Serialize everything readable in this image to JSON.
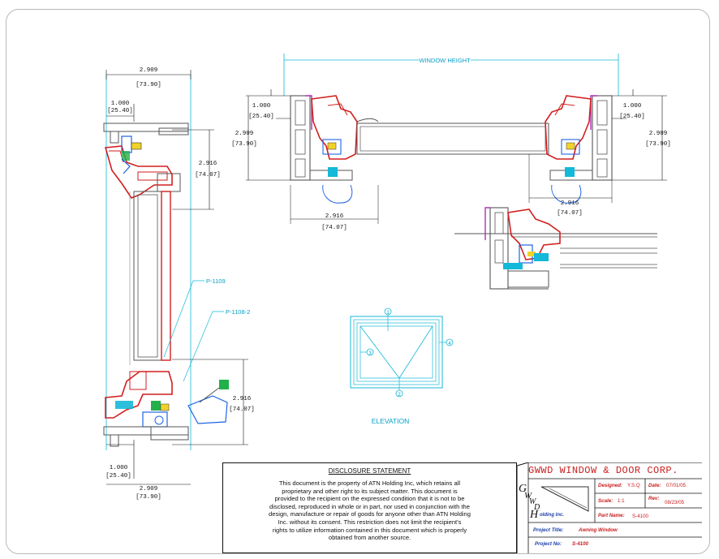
{
  "dims": {
    "width_in": "2.909",
    "width_mm": "[73.90]",
    "offset_in": "1.000",
    "offset_mm": "[25.40]",
    "depth_in": "2.916",
    "depth_mm": "[74.07]",
    "window_height": "WINDOW HEIGHT"
  },
  "callouts": {
    "p1": "P-1109",
    "p2": "P-1108-2"
  },
  "elevation": {
    "label": "ELEVATION",
    "marks": [
      "1",
      "2",
      "3",
      "4"
    ]
  },
  "disclosure": {
    "title": "DISCLOSURE STATEMENT",
    "lines": [
      "This document is the property of ATN Holding Inc, which retains all",
      "proprietary and other right to its subject matter.  This document is",
      "provided to the recipient on the expressed condition that it is not to be",
      "disclosed, reproduced in whole or in part, nor used in conjunction with the",
      "design, manufacture or repair of goods for anyone other than ATN Holding",
      "Inc. without its consent.  This restriction does not limit the recipient's",
      "rights to utilize information contained in this document which is properly",
      "obtained from another source."
    ]
  },
  "title_block": {
    "company": "GWWD WINDOW & DOOR CORP.",
    "logo_letters": [
      "G",
      "W",
      "W",
      "D",
      "H"
    ],
    "logo_sub": "olding Inc.",
    "designed_label": "Designed:",
    "designed_value": "Y.S.Q",
    "date_label": "Date:",
    "date_value": "07/01/05",
    "scale_label": "Scale:",
    "scale_value": "1:1",
    "rev_label": "Rev:",
    "rev_value": "08/23/05",
    "part_label": "Part Name:",
    "part_value": "S-4100",
    "title_label": "Project Title:",
    "title_value": "Awning Window",
    "no_label": "Project No:",
    "no_value": "S-4100"
  },
  "colors": {
    "profile_red": "#d21e1e",
    "dimension_cyan": "#14b8d8",
    "hardware_blue": "#1e64e6",
    "hardware_green": "#22b04a",
    "gasket_magenta": "#b030b8",
    "title_red": "#c81e1e"
  }
}
